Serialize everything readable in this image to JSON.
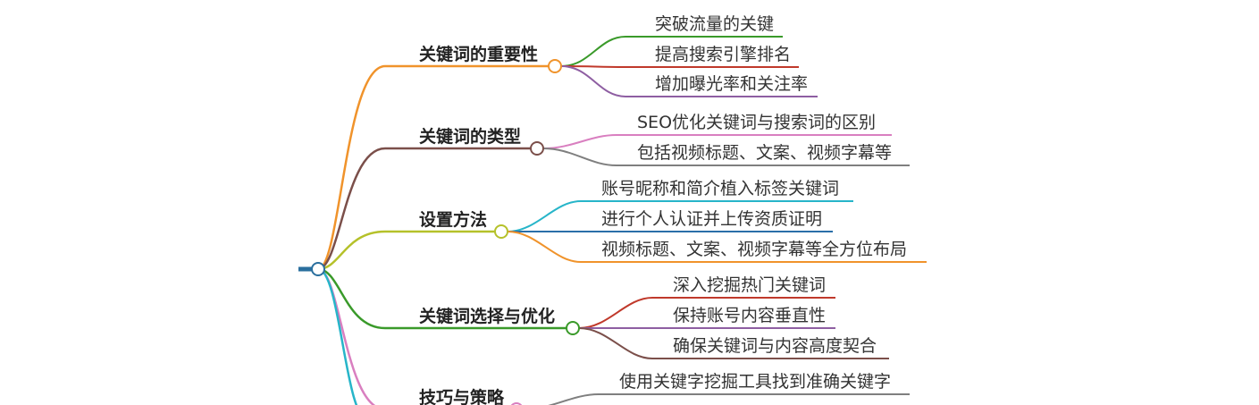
{
  "colors": {
    "root": "#2a6f9e"
  },
  "branches": [
    {
      "label": "关键词的重要性",
      "color": "#f0932b",
      "children": [
        {
          "label": "突破流量的关键",
          "color": "#3a9a2a"
        },
        {
          "label": "提高搜索引擎排名",
          "color": "#c0392b"
        },
        {
          "label": "增加曝光率和关注率",
          "color": "#8e5ea2"
        }
      ]
    },
    {
      "label": "关键词的类型",
      "color": "#7b4f4a",
      "children": [
        {
          "label": "SEO优化关键词与搜索词的区别",
          "color": "#d97fc0"
        },
        {
          "label": "包括视频标题、文案、视频字幕等",
          "color": "#7f7f7f"
        }
      ]
    },
    {
      "label": "设置方法",
      "color": "#b5c12a",
      "children": [
        {
          "label": "账号昵称和简介植入标签关键词",
          "color": "#27b5c9"
        },
        {
          "label": "进行个人认证并上传资质证明",
          "color": "#2a6fa8"
        },
        {
          "label": "视频标题、文案、视频字幕等全方位布局",
          "color": "#f0932b"
        }
      ]
    },
    {
      "label": "关键词选择与优化",
      "color": "#3a9a2a",
      "children": [
        {
          "label": "深入挖掘热门关键词",
          "color": "#c0392b"
        },
        {
          "label": "保持账号内容垂直性",
          "color": "#8e5ea2"
        },
        {
          "label": "确保关键词与内容高度契合",
          "color": "#7b4f4a"
        }
      ]
    },
    {
      "label": "技巧与策略",
      "color": "#d97fc0",
      "children": [
        {
          "label": "使用关键字挖掘工具找到准确关键字",
          "color": "#7f7f7f"
        }
      ]
    },
    {
      "label": "",
      "color": "#27b5c9",
      "children": []
    }
  ]
}
